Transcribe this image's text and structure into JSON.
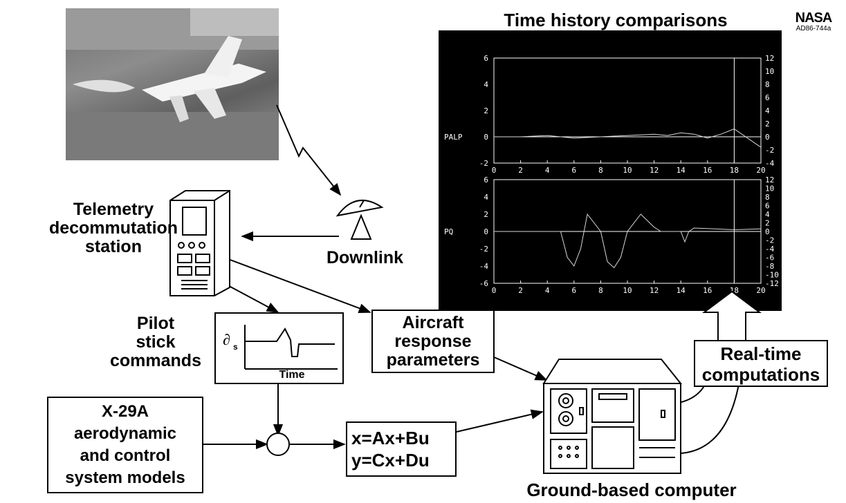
{
  "title": "Time history comparisons",
  "nasa": {
    "logo": "NASA",
    "code": "AD86-744a"
  },
  "labels": {
    "telemetry": [
      "Telemetry",
      "decommutation",
      "station"
    ],
    "downlink": "Downlink",
    "pilot": [
      "Pilot",
      "stick",
      "commands"
    ],
    "stick_box": {
      "symbol": "∂",
      "subscript": "s",
      "axis": "Time"
    },
    "aircraft_box": [
      "Aircraft",
      "response",
      "parameters"
    ],
    "models_box": [
      "X-29A",
      "aerodynamic",
      "and control",
      "system models"
    ],
    "equation": {
      "line1_lhs": "x",
      "line1_rhs": "=Ax+Bu",
      "line2": "y=Cx+Du"
    },
    "realtime_box": [
      "Real-time",
      "computations"
    ],
    "ground_computer": "Ground-based computer"
  },
  "chart_data": [
    {
      "type": "line",
      "ylabel": "PALP",
      "x_ticks": [
        "0",
        "2",
        "4",
        "6",
        "8",
        "10",
        "12",
        "14",
        "16",
        "18",
        "20"
      ],
      "y_ticks_left": [
        "6",
        "4",
        "2",
        "0",
        "-2"
      ],
      "y_ticks_right": [
        "12",
        "10",
        "8",
        "6",
        "4",
        "2",
        "0",
        "-2",
        "-4"
      ],
      "series": [
        {
          "color": "#d8d8d8",
          "x": [
            0,
            2,
            4,
            6,
            8,
            10,
            12,
            13,
            14,
            15,
            16,
            17,
            18,
            20
          ],
          "y": [
            0,
            0,
            0.1,
            -0.1,
            0,
            0.1,
            0.2,
            0.1,
            0.3,
            0.2,
            -0.1,
            0.2,
            0.6,
            -0.8
          ]
        }
      ]
    },
    {
      "type": "line",
      "ylabel": "PQ",
      "x_ticks": [
        "0",
        "2",
        "4",
        "6",
        "8",
        "10",
        "12",
        "14",
        "16",
        "18",
        "20"
      ],
      "y_ticks_left": [
        "6",
        "4",
        "2",
        "0",
        "-2",
        "-4",
        "-6"
      ],
      "y_ticks_right": [
        "12",
        "10",
        "8",
        "6",
        "4",
        "2",
        "0",
        "-2",
        "-4",
        "-6",
        "-8",
        "-10",
        "-12"
      ],
      "series": [
        {
          "color": "#d8d8d8",
          "x": [
            0,
            4,
            5,
            5.5,
            6,
            6.5,
            7,
            8,
            8.5,
            9,
            9.5,
            10,
            11,
            12,
            12.5,
            13,
            14,
            14.3,
            14.6,
            15,
            18,
            20
          ],
          "y": [
            0,
            0,
            0,
            -3,
            -4,
            -2,
            2,
            0,
            -3.5,
            -4.2,
            -3,
            0,
            2,
            0.5,
            0,
            0,
            0,
            -1.2,
            0,
            0.4,
            0.2,
            0.3
          ]
        }
      ]
    }
  ]
}
